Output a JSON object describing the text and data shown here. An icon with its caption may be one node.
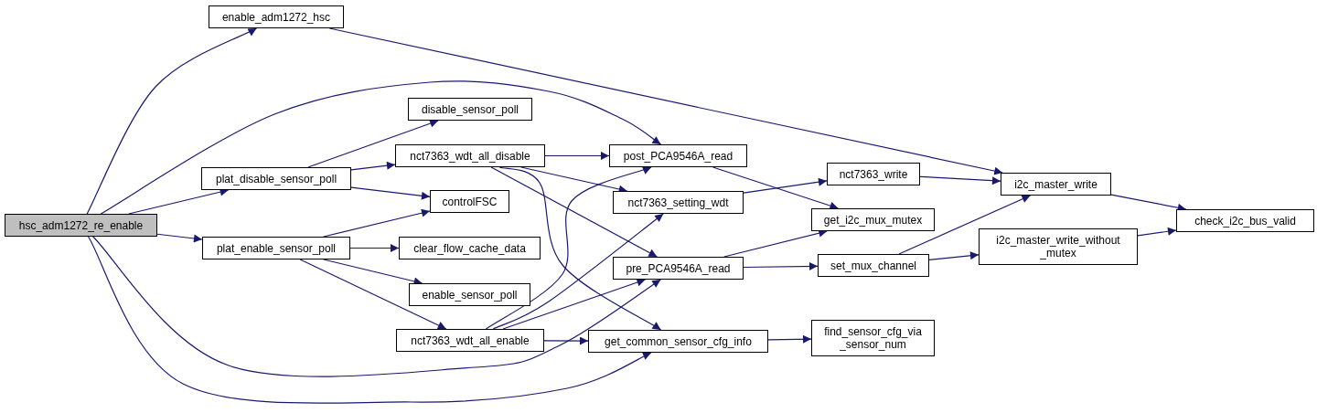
{
  "diagram": {
    "nodes": [
      {
        "text": [
          "hsc_adm1272_re_enable"
        ]
      },
      {
        "text": [
          "enable_adm1272_hsc"
        ]
      },
      {
        "text": [
          "plat_disable_sensor_poll"
        ]
      },
      {
        "text": [
          "plat_enable_sensor_poll"
        ]
      },
      {
        "text": [
          "disable_sensor_poll"
        ]
      },
      {
        "text": [
          "nct7363_wdt_all_disable"
        ]
      },
      {
        "text": [
          "controlFSC"
        ]
      },
      {
        "text": [
          "clear_flow_cache_data"
        ]
      },
      {
        "text": [
          "enable_sensor_poll"
        ]
      },
      {
        "text": [
          "nct7363_wdt_all_enable"
        ]
      },
      {
        "text": [
          "post_PCA9546A_read"
        ]
      },
      {
        "text": [
          "nct7363_setting_wdt"
        ]
      },
      {
        "text": [
          "pre_PCA9546A_read"
        ]
      },
      {
        "text": [
          "get_common_sensor_cfg_info"
        ]
      },
      {
        "text": [
          "nct7363_write"
        ]
      },
      {
        "text": [
          "get_i2c_mux_mutex"
        ]
      },
      {
        "text": [
          "set_mux_channel"
        ]
      },
      {
        "text": [
          "find_sensor_cfg_via _sensor_num"
        ]
      },
      {
        "text": [
          "i2c_master_write"
        ]
      },
      {
        "text": [
          "i2c_master_write_without _mutex"
        ]
      },
      {
        "text": [
          "check_i2c_bus_valid"
        ]
      }
    ],
    "edges": [
      {
        "from": 0,
        "to": 1,
        "arrow": "to"
      },
      {
        "from": 0,
        "to": 10,
        "arrow": "to"
      },
      {
        "from": 0,
        "to": 2,
        "arrow": "to"
      },
      {
        "from": 0,
        "to": 3,
        "arrow": "to"
      },
      {
        "from": 0,
        "to": 12,
        "arrow": "to"
      },
      {
        "from": 0,
        "to": 13,
        "arrow": "to"
      },
      {
        "from": 1,
        "to": 18,
        "arrow": "to"
      },
      {
        "from": 2,
        "to": 4,
        "arrow": "to"
      },
      {
        "from": 2,
        "to": 5,
        "arrow": "to"
      },
      {
        "from": 2,
        "to": 6,
        "arrow": "to"
      },
      {
        "from": 3,
        "to": 6,
        "arrow": "to"
      },
      {
        "from": 3,
        "to": 7,
        "arrow": "to"
      },
      {
        "from": 3,
        "to": 8,
        "arrow": "to"
      },
      {
        "from": 3,
        "to": 9,
        "arrow": "to"
      },
      {
        "from": 5,
        "to": 10,
        "arrow": "to"
      },
      {
        "from": 5,
        "to": 11,
        "arrow": "to"
      },
      {
        "from": 5,
        "to": 12,
        "arrow": "to"
      },
      {
        "from": 5,
        "to": 13,
        "arrow": "to"
      },
      {
        "from": 9,
        "to": 10,
        "arrow": "to"
      },
      {
        "from": 9,
        "to": 11,
        "arrow": "to"
      },
      {
        "from": 9,
        "to": 12,
        "arrow": "to"
      },
      {
        "from": 9,
        "to": 13,
        "arrow": "to"
      },
      {
        "from": 10,
        "to": 15,
        "arrow": "to"
      },
      {
        "from": 11,
        "to": 14,
        "arrow": "to"
      },
      {
        "from": 12,
        "to": 15,
        "arrow": "to"
      },
      {
        "from": 12,
        "to": 16,
        "arrow": "to"
      },
      {
        "from": 13,
        "to": 17,
        "arrow": "to"
      },
      {
        "from": 14,
        "to": 18,
        "arrow": "to"
      },
      {
        "from": 16,
        "to": 18,
        "arrow": "to"
      },
      {
        "from": 16,
        "to": 19,
        "arrow": "to"
      },
      {
        "from": 18,
        "to": 20,
        "arrow": "to"
      },
      {
        "from": 19,
        "to": 20,
        "arrow": "to"
      }
    ]
  }
}
